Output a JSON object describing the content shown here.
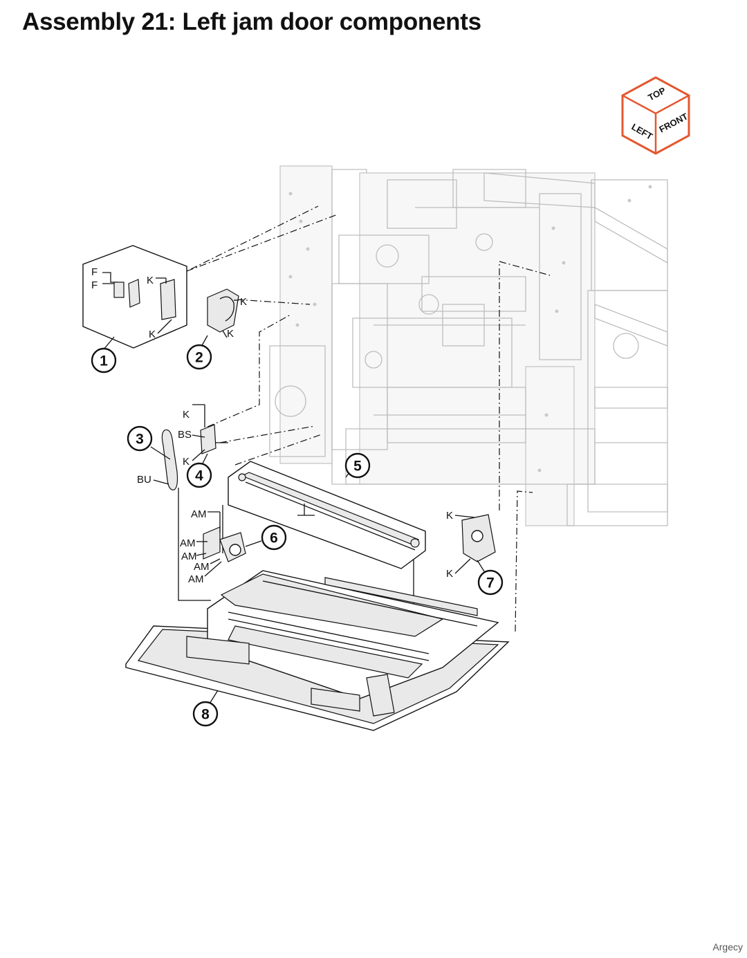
{
  "title": "Assembly 21: Left jam door components",
  "watermark": "Argecy",
  "orientation_cube": {
    "top": "TOP",
    "left": "LEFT",
    "front": "FRONT",
    "accent_color": "#e4572e"
  },
  "callouts": [
    "1",
    "2",
    "3",
    "4",
    "5",
    "6",
    "7",
    "8"
  ],
  "labels": {
    "part1": [
      "F",
      "F",
      "K",
      "K"
    ],
    "part2": [
      "K",
      "K"
    ],
    "part4": [
      "K",
      "BS",
      "K"
    ],
    "part3": [
      "BU"
    ],
    "part6": [
      "AM",
      "AM",
      "AM",
      "AM",
      "AM"
    ],
    "part7": [
      "K",
      "K"
    ]
  }
}
